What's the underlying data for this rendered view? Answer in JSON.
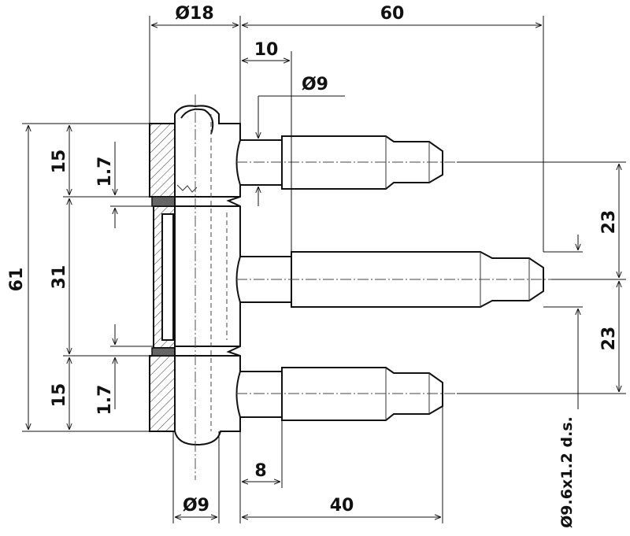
{
  "dimensions": {
    "top_diameter_18": "Ø18",
    "top_length_60": "60",
    "pin_offset_10": "10",
    "pin_diameter_9": "Ø9",
    "height_total_61": "61",
    "height_top_15": "15",
    "height_middle_31": "31",
    "height_bottom_15": "15",
    "gap_top_1_7": "1.7",
    "gap_bottom_1_7": "1.7",
    "spacing_top_23": "23",
    "spacing_bottom_23": "23",
    "bottom_diameter_9": "Ø9",
    "bottom_offset_8": "8",
    "bottom_length_40": "40",
    "thread_spec": "Ø9.6x1.2 d.s."
  }
}
